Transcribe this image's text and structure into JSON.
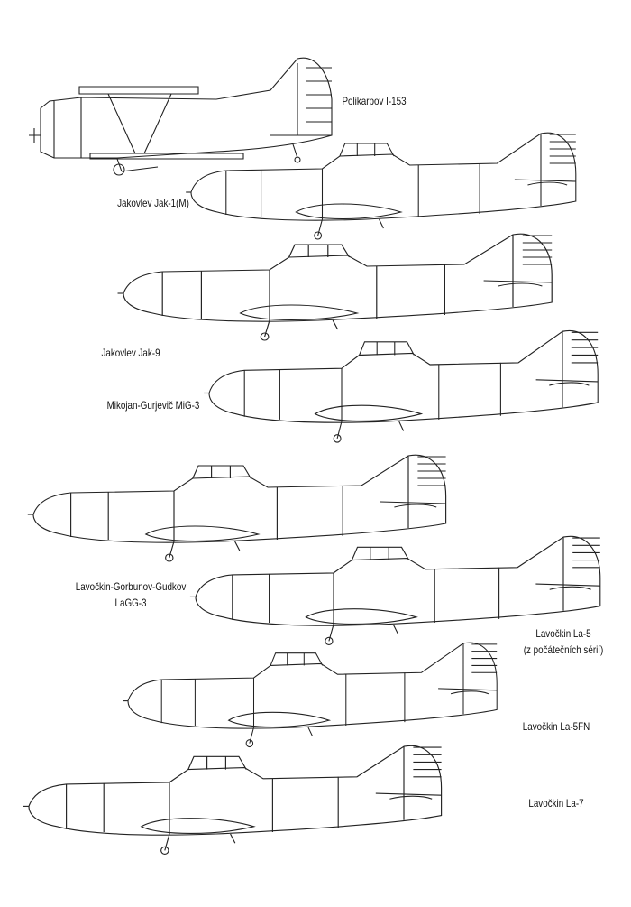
{
  "aircraft": [
    {
      "name": "Polikarpov I-153"
    },
    {
      "name": "Jakovlev Jak-1(M)"
    },
    {
      "name": "Jakovlev Jak-9"
    },
    {
      "name": "Mikojan-Gurjevič MiG-3"
    },
    {
      "name": "Lavočkin-Gorbunov-Gudkov",
      "name2": "LaGG-3"
    },
    {
      "name": "Lavočkin La-5",
      "name2": "(z počátečních sérií)"
    },
    {
      "name": "Lavočkin La-5FN"
    },
    {
      "name": "Lavočkin La-7"
    }
  ]
}
